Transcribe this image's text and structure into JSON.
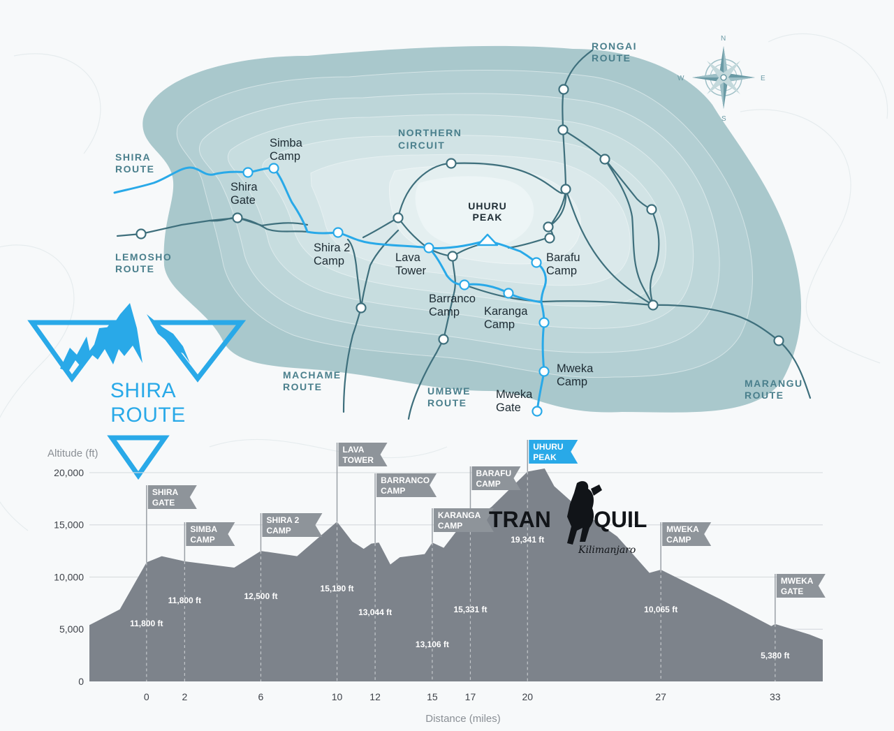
{
  "map": {
    "title": [
      "SHIRA",
      "ROUTE"
    ],
    "route_labels": [
      {
        "id": "shira",
        "lines": [
          "SHIRA",
          "ROUTE"
        ]
      },
      {
        "id": "lemosho",
        "lines": [
          "LEMOSHO",
          "ROUTE"
        ]
      },
      {
        "id": "machame",
        "lines": [
          "MACHAME",
          "ROUTE"
        ]
      },
      {
        "id": "umbwe",
        "lines": [
          "UMBWE",
          "ROUTE"
        ]
      },
      {
        "id": "marangu",
        "lines": [
          "MARANGU",
          "ROUTE"
        ]
      },
      {
        "id": "rongai",
        "lines": [
          "RONGAI",
          "ROUTE"
        ]
      },
      {
        "id": "northern",
        "lines": [
          "NORTHERN",
          "CIRCUIT"
        ]
      }
    ],
    "peak": [
      "UHURU",
      "PEAK"
    ],
    "camps": [
      {
        "id": "simba",
        "lines": [
          "Simba",
          "Camp"
        ]
      },
      {
        "id": "shira_gate",
        "lines": [
          "Shira",
          "Gate"
        ]
      },
      {
        "id": "shira2",
        "lines": [
          "Shira 2",
          "Camp"
        ]
      },
      {
        "id": "lava",
        "lines": [
          "Lava",
          "Tower"
        ]
      },
      {
        "id": "barranco",
        "lines": [
          "Barranco",
          "Camp"
        ]
      },
      {
        "id": "karanga",
        "lines": [
          "Karanga",
          "Camp"
        ]
      },
      {
        "id": "barafu",
        "lines": [
          "Barafu",
          "Camp"
        ]
      },
      {
        "id": "mweka_camp",
        "lines": [
          "Mweka",
          "Camp"
        ]
      },
      {
        "id": "mweka_gate",
        "lines": [
          "Mweka",
          "Gate"
        ]
      }
    ],
    "compass": {
      "n": "N",
      "s": "S",
      "e": "E",
      "w": "W"
    }
  },
  "brand": {
    "left": "TRAN",
    "right": "QUIL",
    "tagline": "Kilimanjaro"
  },
  "colors": {
    "route": "#29a9e8",
    "trail": "#3e6f7c",
    "profile": "#7d838b",
    "flag": "#8e949a",
    "flag_peak": "#29a9e8",
    "mountain_base": "#a9c8cc"
  },
  "chart_data": {
    "type": "area",
    "title": "",
    "xlabel": "Distance (miles)",
    "ylabel": "Altitude (ft)",
    "xlim": [
      -3,
      35.5
    ],
    "ylim": [
      0,
      21000
    ],
    "x_ticks": [
      0,
      2,
      6,
      10,
      12,
      15,
      17,
      20,
      27,
      33
    ],
    "y_ticks": [
      {
        "value": 0,
        "label": "0"
      },
      {
        "value": 5000,
        "label": "5,000"
      },
      {
        "value": 10000,
        "label": "10,000"
      },
      {
        "value": 15000,
        "label": "15,000"
      },
      {
        "value": 20000,
        "label": "20,000"
      }
    ],
    "profile": [
      [
        -3,
        5400
      ],
      [
        -1.4,
        6900
      ],
      [
        0,
        11400
      ],
      [
        0.8,
        12000
      ],
      [
        2,
        11500
      ],
      [
        4.6,
        10900
      ],
      [
        6,
        12500
      ],
      [
        7.9,
        12000
      ],
      [
        10,
        15300
      ],
      [
        10.8,
        13400
      ],
      [
        11.4,
        12700
      ],
      [
        11.8,
        13200
      ],
      [
        12.2,
        13300
      ],
      [
        12.8,
        11200
      ],
      [
        13.3,
        11900
      ],
      [
        14.6,
        12200
      ],
      [
        15,
        13300
      ],
      [
        15.6,
        12800
      ],
      [
        16.4,
        14700
      ],
      [
        17,
        15400
      ],
      [
        18.1,
        16700
      ],
      [
        20,
        20100
      ],
      [
        20.9,
        20400
      ],
      [
        21.4,
        18700
      ],
      [
        23,
        16100
      ],
      [
        24.7,
        13900
      ],
      [
        26.4,
        10400
      ],
      [
        27,
        10700
      ],
      [
        30.1,
        7900
      ],
      [
        32.8,
        5300
      ],
      [
        33,
        5500
      ],
      [
        34.8,
        4500
      ],
      [
        35.5,
        4000
      ]
    ],
    "points": [
      {
        "name": [
          "SHIRA",
          "GATE"
        ],
        "x": 0,
        "label": "11,800 ft",
        "peak": false
      },
      {
        "name": [
          "SIMBA",
          "CAMP"
        ],
        "x": 2,
        "label": "11,800 ft",
        "peak": false
      },
      {
        "name": [
          "SHIRA 2",
          "CAMP"
        ],
        "x": 6,
        "label": "12,500 ft",
        "peak": false
      },
      {
        "name": [
          "LAVA",
          "TOWER"
        ],
        "x": 10,
        "label": "15,190 ft",
        "peak": false
      },
      {
        "name": [
          "BARRANCO",
          "CAMP"
        ],
        "x": 12,
        "label": "13,044 ft",
        "peak": false
      },
      {
        "name": [
          "KARANGA",
          "CAMP"
        ],
        "x": 15,
        "label": "13,106 ft",
        "peak": false
      },
      {
        "name": [
          "BARAFU",
          "CAMP"
        ],
        "x": 17,
        "label": "15,331 ft",
        "peak": false
      },
      {
        "name": [
          "UHURU",
          "PEAK"
        ],
        "x": 20,
        "label": "19,341 ft",
        "peak": true
      },
      {
        "name": [
          "MWEKA",
          "CAMP"
        ],
        "x": 27,
        "label": "10,065 ft",
        "peak": false
      },
      {
        "name": [
          "MWEKA",
          "GATE"
        ],
        "x": 33,
        "label": "5,380 ft",
        "peak": false
      }
    ]
  }
}
